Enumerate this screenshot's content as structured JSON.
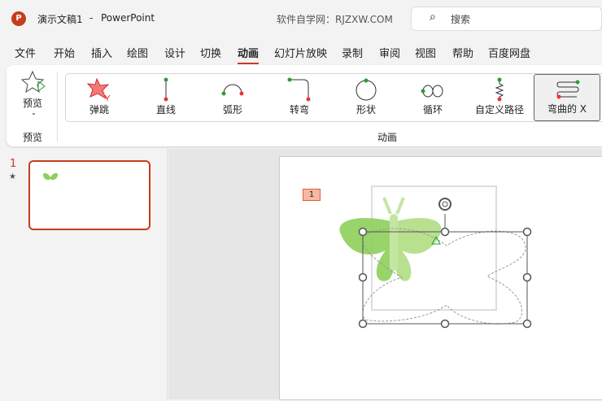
{
  "title": {
    "app_logo": "P",
    "doc": "演示文稿1",
    "sep": "-",
    "app": "PowerPoint",
    "site": "软件自学网：RJZXW.COM",
    "search": "搜索"
  },
  "tabs": [
    "文件",
    "开始",
    "插入",
    "绘图",
    "设计",
    "切换",
    "动画",
    "幻灯片放映",
    "录制",
    "审阅",
    "视图",
    "帮助",
    "百度网盘"
  ],
  "ribbon": {
    "preview_label": "预览",
    "preview_group": "预览",
    "animation_group": "动画",
    "paths": [
      "弹跳",
      "直线",
      "弧形",
      "转弯",
      "形状",
      "循环",
      "自定义路径",
      "弯曲的 X"
    ]
  },
  "slides": {
    "number": "1",
    "star": "★"
  },
  "slide": {
    "anim_tag": "1"
  },
  "colors": {
    "accent": "#c43e1c",
    "green": "#8dcf5a"
  }
}
